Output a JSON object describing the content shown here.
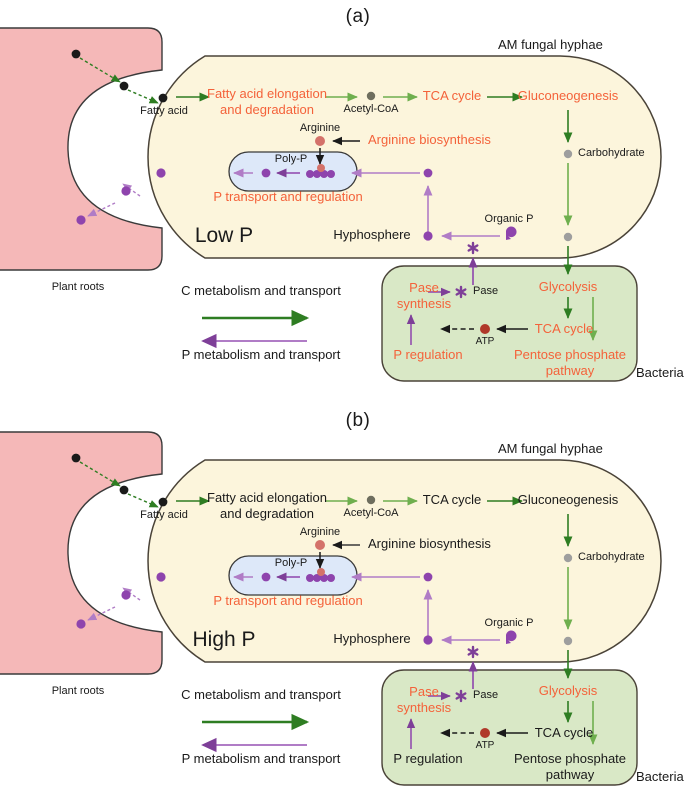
{
  "figure": {
    "type": "scientific-diagram",
    "description": "Two-panel conceptual diagram of carbon and phosphorus metabolism and transport between plant roots, AM fungal hyphae, hyphosphere and bacteria under low and high phosphorus",
    "colors": {
      "plant_root_fill": "#F5B8B8",
      "plant_root_stroke": "#3a3a3a",
      "hyphae_fill": "#FCF5DC",
      "hyphae_stroke": "#4a4338",
      "bacteria_fill": "#D9E8C6",
      "bacteria_stroke": "#4a4338",
      "polyp_fill": "#DDE8F9",
      "polyp_stroke": "#3a3a3a",
      "highlight_text": "#F4623A",
      "plain_text": "#1a1a1a",
      "carbon_arrow": "#2E7D22",
      "carbon_arrow_light": "#6FAF4E",
      "phosphorus_arrow": "#7E3F98",
      "phosphorus_arrow_light": "#B07CC6",
      "carbon_dot": "#1a1a1a",
      "acetyl_dot": "#6E6E5E",
      "carbohydrate_dot": "#9E9E9E",
      "arginine_dot": "#D4726A",
      "phosphorus_dot": "#8E44AD",
      "atp_dot": "#B0392A"
    },
    "legend": {
      "carbon_label": "C metabolism and transport",
      "phosphorus_label": "P metabolism and transport"
    }
  },
  "panels": [
    {
      "id": "a",
      "title": "(a)",
      "condition_label": "Low P",
      "plant_roots_label": "Plant roots",
      "hyphae_label": "AM fungal hyphae",
      "hyphosphere_label": "Hyphosphere",
      "bacteria_label": "Bacteria",
      "hyphae": {
        "fatty_acid": "Fatty acid",
        "fatty_acid_elongation": "Fatty acid elongation\nand degradation",
        "acetyl_coa": "Acetyl-CoA",
        "tca_cycle": "TCA cycle",
        "gluconeogenesis": "Gluconeogenesis",
        "carbohydrate": "Carbohydrate",
        "arginine": "Arginine",
        "arginine_biosynthesis": "Arginine biosynthesis",
        "poly_p": "Poly-P",
        "p_transport": "P transport and regulation"
      },
      "hyphosphere": {
        "organic_p": "Organic P"
      },
      "bacteria": {
        "pase_synthesis": "Pase\nsynthesis",
        "pase": "Pase",
        "glycolysis": "Glycolysis",
        "tca_cycle": "TCA cycle",
        "atp": "ATP",
        "p_regulation": "P regulation",
        "pentose_phosphate": "Pentose phosphate\npathway"
      },
      "highlighted_terms": [
        "Fatty acid elongation and degradation",
        "TCA cycle",
        "Gluconeogenesis",
        "Arginine biosynthesis",
        "P transport and regulation",
        "Pase synthesis",
        "Glycolysis",
        "TCA cycle (bacteria)",
        "P regulation",
        "Pentose phosphate pathway"
      ],
      "legend": {
        "carbon_label": "C metabolism and transport",
        "phosphorus_label": "P metabolism and transport"
      }
    },
    {
      "id": "b",
      "title": "(b)",
      "condition_label": "High P",
      "plant_roots_label": "Plant roots",
      "hyphae_label": "AM fungal hyphae",
      "hyphosphere_label": "Hyphosphere",
      "bacteria_label": "Bacteria",
      "hyphae": {
        "fatty_acid": "Fatty acid",
        "fatty_acid_elongation": "Fatty acid elongation\nand degradation",
        "acetyl_coa": "Acetyl-CoA",
        "tca_cycle": "TCA cycle",
        "gluconeogenesis": "Gluconeogenesis",
        "carbohydrate": "Carbohydrate",
        "arginine": "Arginine",
        "arginine_biosynthesis": "Arginine biosynthesis",
        "poly_p": "Poly-P",
        "p_transport": "P transport and regulation"
      },
      "hyphosphere": {
        "organic_p": "Organic P"
      },
      "bacteria": {
        "pase_synthesis": "Pase\nsynthesis",
        "pase": "Pase",
        "glycolysis": "Glycolysis",
        "tca_cycle": "TCA cycle",
        "atp": "ATP",
        "p_regulation": "P regulation",
        "pentose_phosphate": "Pentose phosphate\npathway"
      },
      "highlighted_terms": [
        "P transport and regulation",
        "Pase synthesis",
        "Glycolysis"
      ],
      "legend": {
        "carbon_label": "C metabolism and transport",
        "phosphorus_label": "P metabolism and transport"
      }
    }
  ]
}
